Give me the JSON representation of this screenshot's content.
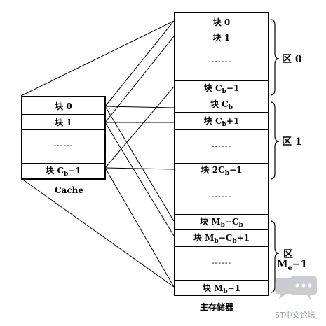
{
  "cache": {
    "caption": "Cache",
    "block0": "块 0",
    "block1": "块 1",
    "ellipsis": "------",
    "last_prefix": "块 C",
    "last_sub": "b",
    "last_suffix": "−1"
  },
  "memory": {
    "caption": "主存储器",
    "b0": "块 0",
    "b1": "块 1",
    "e1": "------",
    "bcb1_prefix": "块 C",
    "bcb1_sub": "b",
    "bcb1_suffix": "−1",
    "bcb_prefix": "块 C",
    "bcb_sub": "b",
    "bcbp1_prefix": "块 C",
    "bcbp1_sub": "b",
    "bcbp1_suffix": "+1",
    "e2": "------",
    "b2cb1_prefix": "块 2C",
    "b2cb1_sub": "b",
    "b2cb1_suffix": "−1",
    "e3": "------",
    "bmbcb_prefix": "块 M",
    "bmbcb_sub": "b",
    "bmbcb_mid": "−C",
    "bmbcb_sub2": "b",
    "bmbcbp1_prefix": "块 M",
    "bmbcbp1_sub": "b",
    "bmbcbp1_mid": "−C",
    "bmbcbp1_sub2": "b",
    "bmbcbp1_suffix": "+1",
    "e4": "------",
    "bmb1_prefix": "块 M",
    "bmb1_sub": "b",
    "bmb1_suffix": "−1"
  },
  "zones": {
    "z0": "区 0",
    "z1": "区 1",
    "zlast_a": "区",
    "zlast_b_prefix": "M",
    "zlast_b_sub": "e",
    "zlast_b_suffix": "−1"
  },
  "watermark": {
    "text": "ST中文论坛"
  }
}
